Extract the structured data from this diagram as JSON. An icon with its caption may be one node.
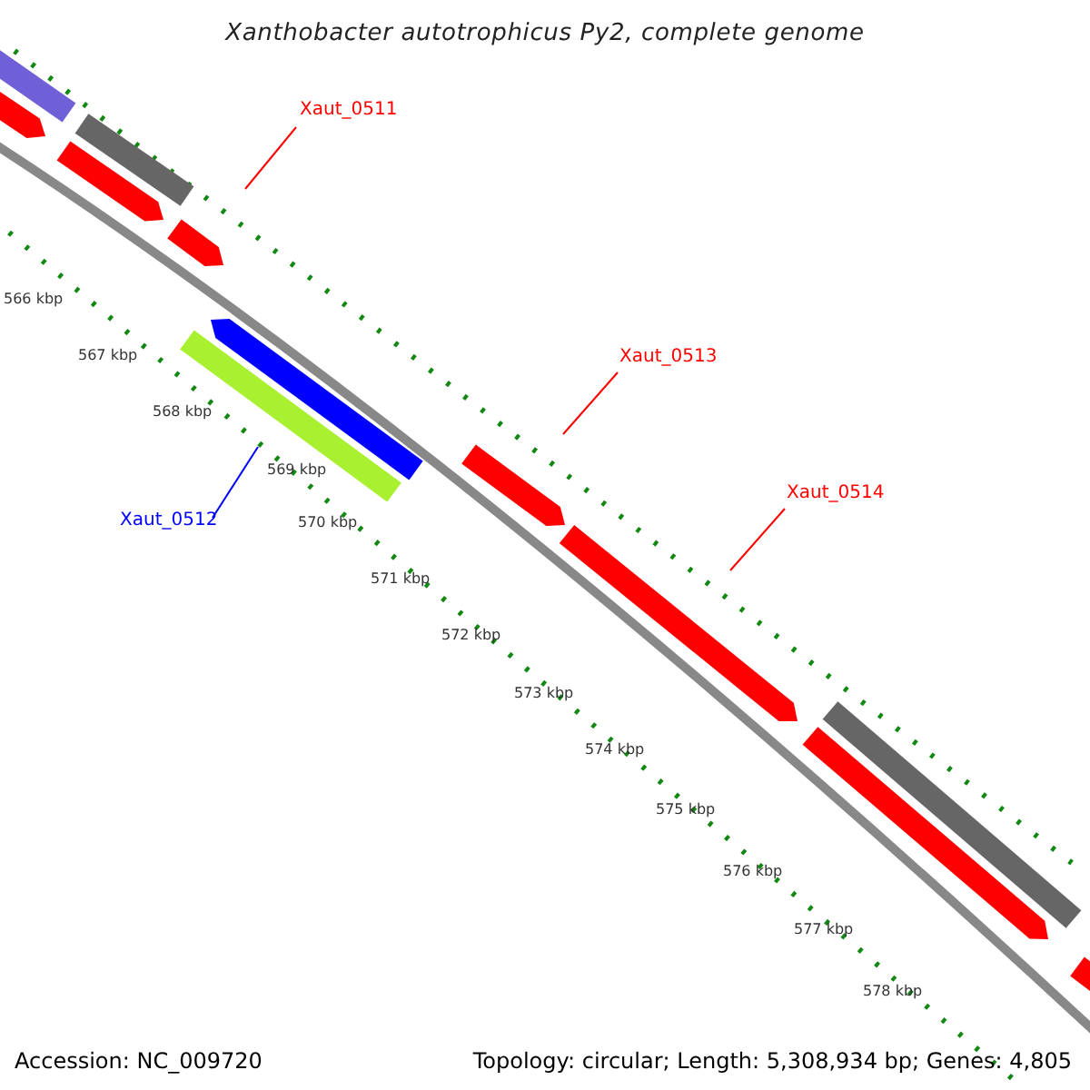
{
  "diagram": {
    "title": "Xanthobacter autotrophicus Py2, complete genome",
    "nodes": [
      {
        "text": [
          "Xaut_0511"
        ]
      },
      {
        "text": [
          "Xaut_0513"
        ]
      },
      {
        "text": [
          "Xaut_0514"
        ]
      },
      {
        "text": [
          "Xaut_0512"
        ]
      }
    ],
    "edges": [
      {
        "from": 0,
        "to": null,
        "arrow": "none"
      },
      {
        "from": 1,
        "to": null,
        "arrow": "none"
      },
      {
        "from": 2,
        "to": null,
        "arrow": "none"
      },
      {
        "from": 3,
        "to": null,
        "arrow": "none",
        "color": "#0000ff"
      }
    ],
    "labels": [
      "566 kbp",
      "567 kbp",
      "568 kbp",
      "569 kbp",
      "570 kbp",
      "571 kbp",
      "572 kbp",
      "573 kbp",
      "574 kbp",
      "575 kbp",
      "576 kbp",
      "577 kbp",
      "578 kbp",
      "Accession: NC_009720",
      "Topology: circular; Length: 5,308,934 bp; Genes: 4,805"
    ]
  }
}
